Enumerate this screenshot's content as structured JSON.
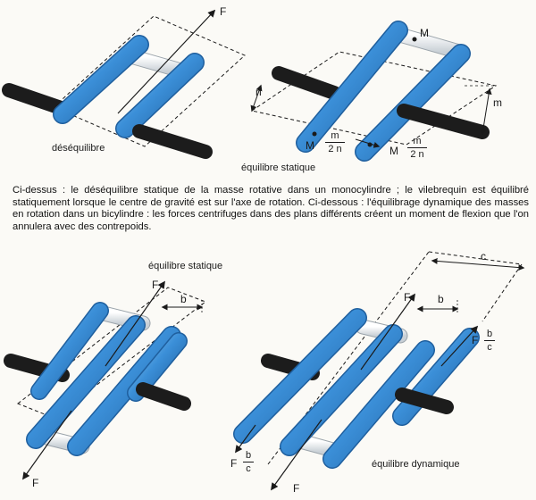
{
  "colors": {
    "crank_blue": "#3b8fd8",
    "crank_blue_dark": "#1f5f9e",
    "crank_blue_light": "#8cc4ef",
    "journal_white": "#eef1f3",
    "shaft_black": "#1c1c1c",
    "ink": "#1a1a1a"
  },
  "labels": {
    "desequilibre": "déséquilibre",
    "equilibre_statique_top": "équilibre statique",
    "equilibre_statique_bottom": "équilibre statique",
    "equilibre_dynamique": "équilibre dynamique",
    "F": "F",
    "M": "M",
    "n": "n",
    "m": "m",
    "b": "b",
    "c": "c",
    "frac_m_num": "m",
    "frac_m_den": "2 n",
    "frac_b_num": "b",
    "frac_b_den": "c"
  },
  "caption": "Ci-dessus : le déséquilibre statique de la masse rotative dans un monocylindre ; le vilebrequin est équilibré statiquement lorsque le centre de gravité est sur l'axe de rotation. Ci-dessous : l'équilibrage dynamique des masses en rotation dans un bicylindre : les forces centrifuges dans des plans différents créent un moment de flexion que l'on annulera avec des contrepoids."
}
